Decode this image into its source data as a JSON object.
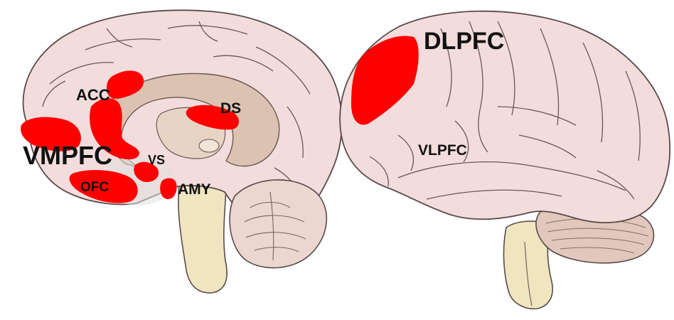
{
  "figure": {
    "medial_view": {
      "labels": {
        "acc": "ACC",
        "ds": "DS",
        "vmpfc": "VMPFC",
        "vs": "VS",
        "ofc": "OFC",
        "amy": "AMY"
      }
    },
    "lateral_view": {
      "labels": {
        "dlpfc": "DLPFC",
        "vlpfc": "VLPFC"
      }
    },
    "colors": {
      "highlight": "#ff0000",
      "cortex": "#f3dcdc",
      "cortex_outline": "#5a4a4a",
      "subcortical": "#dcc2b0",
      "brainstem": "#efe6c0",
      "cerebellum": "#e2c8bc"
    }
  }
}
